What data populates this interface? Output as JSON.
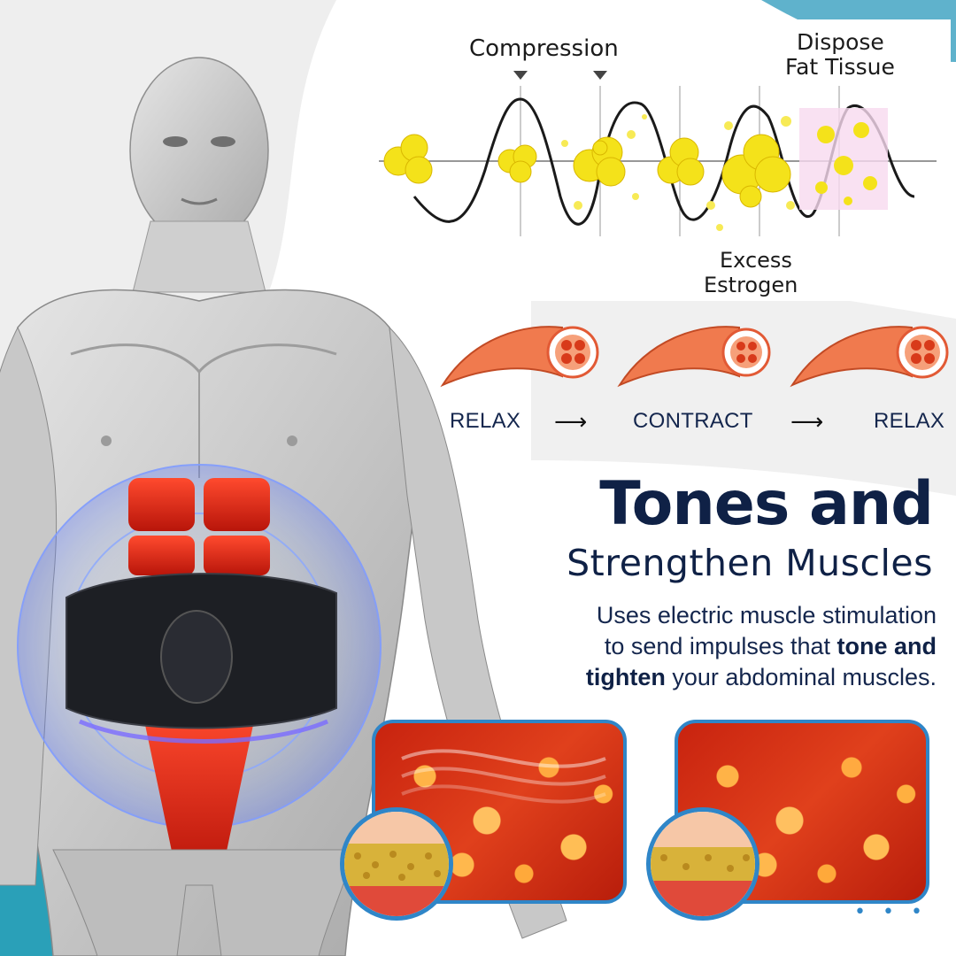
{
  "diagram": {
    "compression_label": "Compression",
    "dispose_line1": "Dispose",
    "dispose_line2": "Fat Tissue",
    "excess_line1": "Excess",
    "excess_line2": "Estrogen"
  },
  "muscle_cycle": {
    "steps": [
      "RELAX",
      "CONTRACT",
      "RELAX"
    ],
    "arrow": "⟶"
  },
  "headline": "Tones and",
  "subheadline": "Strengthen Muscles",
  "body": {
    "line1": "Uses electric muscle stimulation",
    "line2_pre": "to send impulses that ",
    "line2_bold": "tone and",
    "line3_bold": "tighten",
    "line3_post": " your abdominal muscles."
  },
  "decor": {
    "dots": "• • •",
    "accent_color": "#2f86c8",
    "navy": "#0f2146"
  }
}
